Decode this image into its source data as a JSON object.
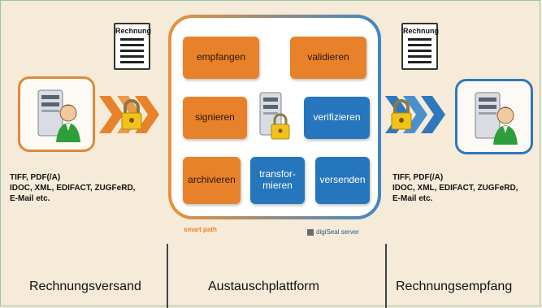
{
  "sender": {
    "document_label": "Rechnung",
    "formats": [
      "TIFF, PDF(/A)",
      "IDOC, XML, EDIFACT, ZUGFeRD,",
      "E-Mail etc."
    ],
    "footer": "Rechnungsversand"
  },
  "platform": {
    "steps": {
      "receive": "empfangen",
      "validate": "validieren",
      "sign": "signieren",
      "verify": "verifizieren",
      "archive": "archivieren",
      "transform": "transfor-\nmieren",
      "send": "versenden"
    },
    "logos": {
      "left": "smart  path",
      "right": "digiSeal server"
    },
    "footer": "Austauschplattform"
  },
  "receiver": {
    "document_label": "Rechnung",
    "formats": [
      "TIFF, PDF(/A)",
      "IDOC, XML, EDIFACT, ZUGFeRD,",
      "E-Mail etc."
    ],
    "footer": "Rechnungsempfang"
  },
  "colors": {
    "orange": "#e8822a",
    "blue": "#2576bd",
    "background": "#f6ead8"
  }
}
